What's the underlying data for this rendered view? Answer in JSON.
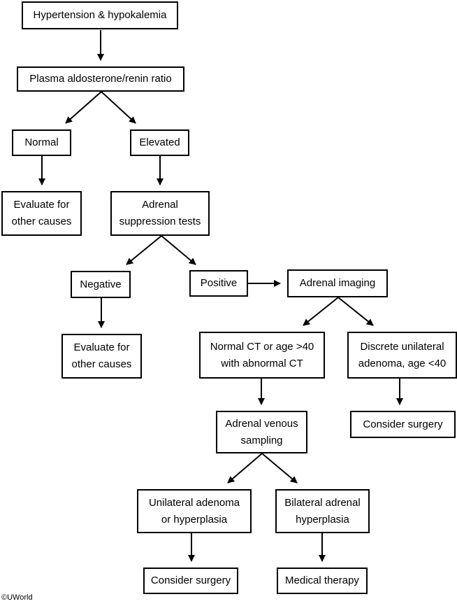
{
  "nodes": {
    "hypertension": "Hypertension & hypokalemia",
    "ratio": "Plasma aldosterone/renin ratio",
    "normal": "Normal",
    "elevated": "Elevated",
    "evaluate1": "Evaluate for\nother causes",
    "suppression": "Adrenal\nsuppression tests",
    "negative": "Negative",
    "positive": "Positive",
    "imaging": "Adrenal imaging",
    "evaluate2": "Evaluate for\nother causes",
    "normal_ct": "Normal CT or age >40\nwith abnormal CT",
    "discrete": "Discrete unilateral\nadenoma, age <40",
    "venous": "Adrenal venous\nsampling",
    "surgery1": "Consider surgery",
    "unilateral": "Unilateral adenoma\nor hyperplasia",
    "bilateral": "Bilateral adrenal\nhyperplasia",
    "surgery2": "Consider surgery",
    "medical": "Medical therapy"
  },
  "copyright": "©UWorld"
}
